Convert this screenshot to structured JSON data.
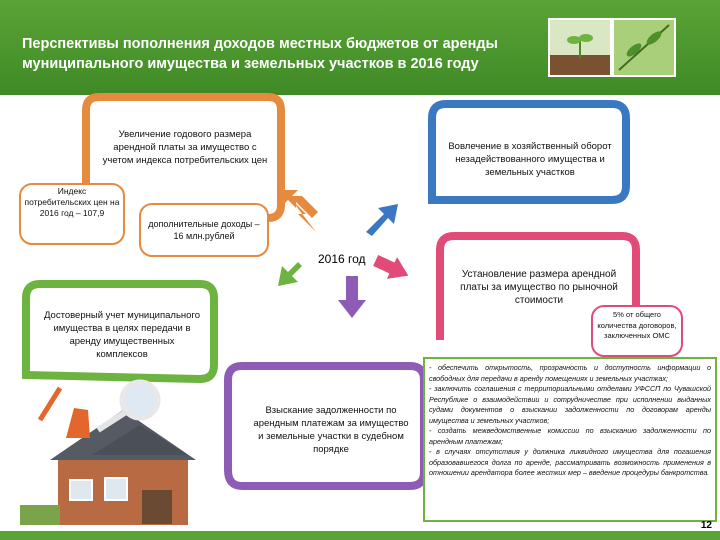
{
  "header": {
    "title": "Перспективы пополнения доходов местных бюджетов от аренды муниципального имущества и земельных участков в 2016 году"
  },
  "center": {
    "year": "2016 год"
  },
  "boxes": {
    "top_left": "Увеличение годового размера арендной платы за имущество с учетом индекса потребительских цен",
    "index": "Индекс потребительских цен на 2016 год – 107,9",
    "income": "дополнительные доходы – 16 млн.рублей",
    "top_right": "Вовлечение в хозяйственный оборот незадействованного имущества и земельных участков",
    "market": "Установление размера арендной платы за имущество по рыночной стоимости",
    "contracts": "5% от общего количества договоров, заключенных ОМС",
    "left": "Достоверный учет муниципального имущества в целях передачи в аренду имущественных комплексов",
    "bottom": "Взыскание задолженности по арендным платежам за имущество и земельные участки в судебном порядке"
  },
  "side_list": [
    "- обеспечить открытость, прозрачность и доступность информации о свободных для передачи в аренду помещениях и земельных участках;",
    "- заключить соглашения с территориальными отделами УФССП по Чувашской Республике о взаимодействии и сотрудничестве при исполнении выданных судами документов о взыскании задолженности по договорам аренды имущества и земельных участков;",
    "- создать межведомственные комиссии по взысканию задолженности по арендным платежам;",
    "- в случаях отсутствия у должника ликвидного имущества для погашения образовавшегося долга по аренде, рассматривать возможность применения в отношении арендатора более жестких мер – введение процедуры банкротства."
  ],
  "page_number": "12",
  "colors": {
    "header": "#4e9a2f",
    "orange": "#e58a3e",
    "blue": "#3a78c2",
    "pink": "#e04b78",
    "green": "#6cb33f",
    "purple": "#8e5cb5"
  }
}
